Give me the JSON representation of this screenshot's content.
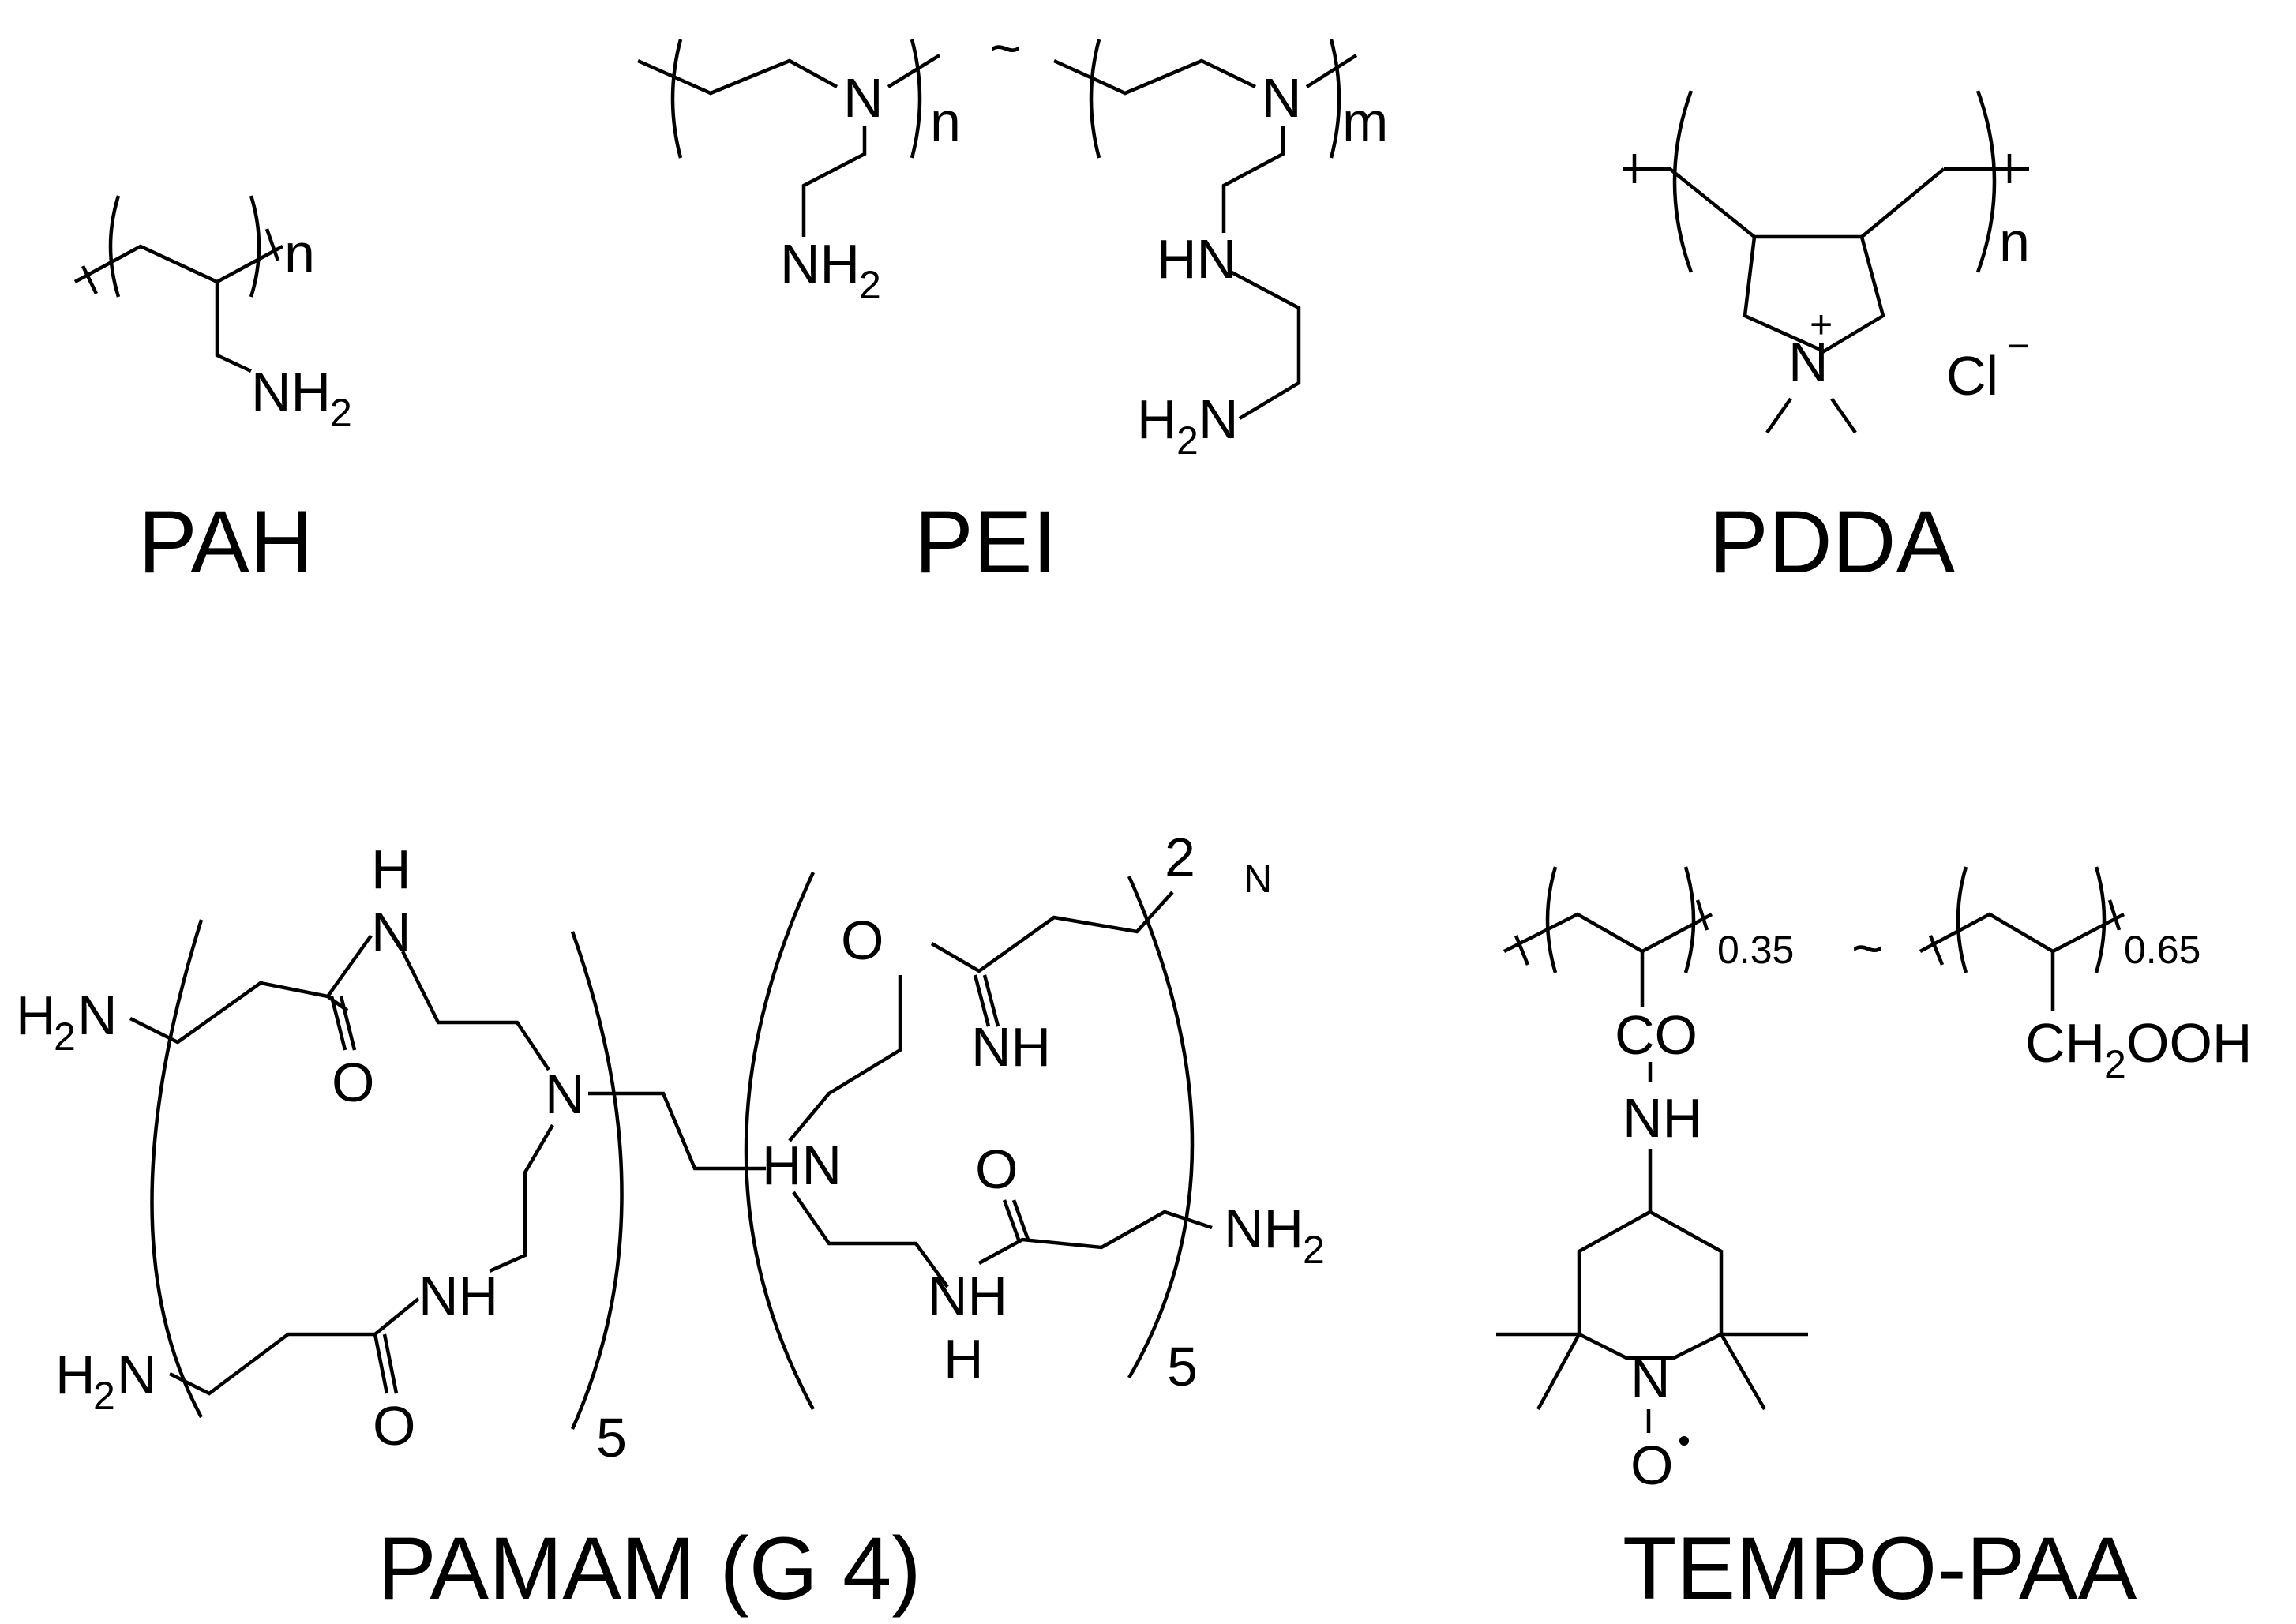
{
  "figure": {
    "structures": [
      {
        "name": "PAH",
        "repeat_index": "n",
        "groups": [
          "NH",
          "2"
        ]
      },
      {
        "name": "PEI",
        "repeat_index_left": "n",
        "repeat_index_right": "m",
        "separator": "~",
        "groups": [
          "N",
          "NH",
          "2",
          "N",
          "HN",
          "H",
          "2",
          "N"
        ]
      },
      {
        "name": "PDDA",
        "repeat_index": "n",
        "charge": "+",
        "ring_atom": "N",
        "counter_ion": "Cl",
        "counter_ion_charge": "−"
      },
      {
        "name": "PAMAM (G 4)",
        "repeat_index_left": "5",
        "repeat_index_right": "5",
        "groups": [
          "H",
          "N",
          "H",
          "2",
          "N",
          "O",
          "N",
          "NH",
          "H",
          "2",
          "N",
          "O",
          "HN",
          "O",
          "NH",
          "2",
          "N",
          "O",
          "NH",
          "2",
          "N",
          "H"
        ]
      },
      {
        "name": "TEMPO-PAA",
        "fraction_left": "0.35",
        "fraction_right": "0.65",
        "separator": "~",
        "groups": [
          "CO",
          "NH",
          "N",
          "O",
          "CH",
          "2",
          "OOH"
        ]
      }
    ]
  }
}
